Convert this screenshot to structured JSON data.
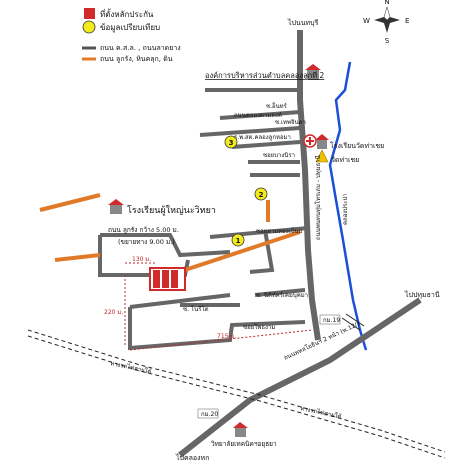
{
  "legend": {
    "items": [
      {
        "label": "ที่ตั้งหลักประกัน",
        "swatch": "#d12a2a",
        "kind": "square"
      },
      {
        "label": "ข้อมูลเปรียบเทียบ",
        "swatch": "#f2ea1b",
        "kind": "circle"
      }
    ],
    "roads": [
      {
        "label": "ถนน ค.ส.ล. , ถนนลาดยาง",
        "color": "#555555"
      },
      {
        "label": "ถนน ลูกรัง, หินคลุก, ดิน",
        "color": "#e07a28"
      }
    ]
  },
  "compass": {
    "n": "N",
    "s": "S",
    "e": "E",
    "w": "W"
  },
  "places": {
    "to_nonthaburi": "ไปนนทบุรี",
    "to_pathum": "ไปปทุมธานี",
    "to_khlong_khu": "ไปคลองหก",
    "org_admin": "องค์การบริหารส่วนตำบลคลองลูกที่ 2",
    "school_main": "โรงเรียนผู้ใหญ่นะวิทยา",
    "school_wat": "โรงเรียนวัดท่าเชย",
    "wat": "วัดท่าเชย",
    "rph_hospital": "ร.พ.สต.คลองลูกหอมา",
    "station": "วิทยาลัยเทคนิคฯอยุธยา",
    "rail_dot": "ทางรถไฟสายใต้",
    "rail_dot2": "ทางรถไฟสายใต้",
    "canal": "คลองประปา",
    "main_rd": "ถนนพนทนทุ่มโทรเล่ม - ปทุมธานี",
    "hwy": "ถนนพหลโยธินฯ 2 หน้า (พ.12/)"
  },
  "roads": {
    "rd_kanjana": "ซ.อ็นทร์",
    "rd_thuy": "ถนนคลองตามองค์",
    "rd_tapan": "ซ.เทพจินดา",
    "rd_wat": "ซอยบางนิรา",
    "rd_s1": "ซอยสามทองเบ็นบ",
    "rd_lane5": "ซ. นิติทัศร์เคมบุคมา",
    "rd_lane6": "ซ. โนรีโต",
    "rd_lane7": "ซอยโพธงาม",
    "lane_width": "ถนน ลูกรัง กว้าง 5.00 ม.",
    "lane_width2": "(ขยายทาง 9.00 ม.)"
  },
  "markers": {
    "km19": "กม.19",
    "km20": "กม.20",
    "d1": "130 ม.",
    "d2": "220 ม.",
    "d3": "715 ม."
  },
  "comparisons": [
    "1",
    "2",
    "3"
  ]
}
